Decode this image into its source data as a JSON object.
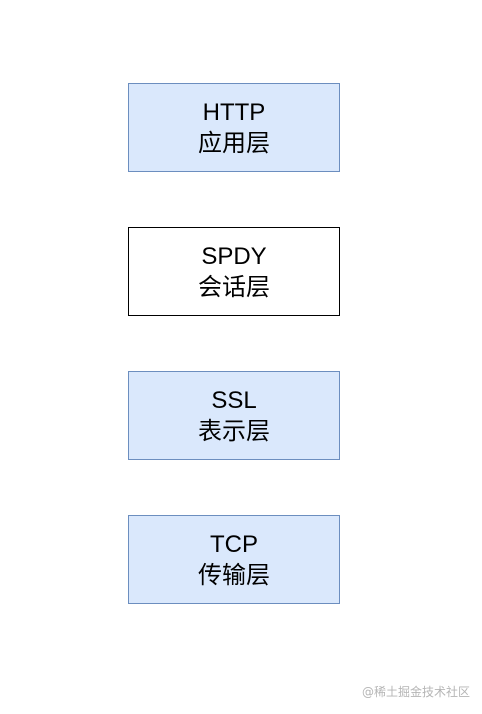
{
  "layers": [
    {
      "protocol": "HTTP",
      "name": "应用层",
      "fill": "#dae8fc",
      "stroke": "#6c8ebf"
    },
    {
      "protocol": "SPDY",
      "name": "会话层",
      "fill": "#ffffff",
      "stroke": "#000000"
    },
    {
      "protocol": "SSL",
      "name": "表示层",
      "fill": "#dae8fc",
      "stroke": "#6c8ebf"
    },
    {
      "protocol": "TCP",
      "name": "传输层",
      "fill": "#dae8fc",
      "stroke": "#6c8ebf"
    }
  ],
  "watermark": "@稀土掘金技术社区"
}
